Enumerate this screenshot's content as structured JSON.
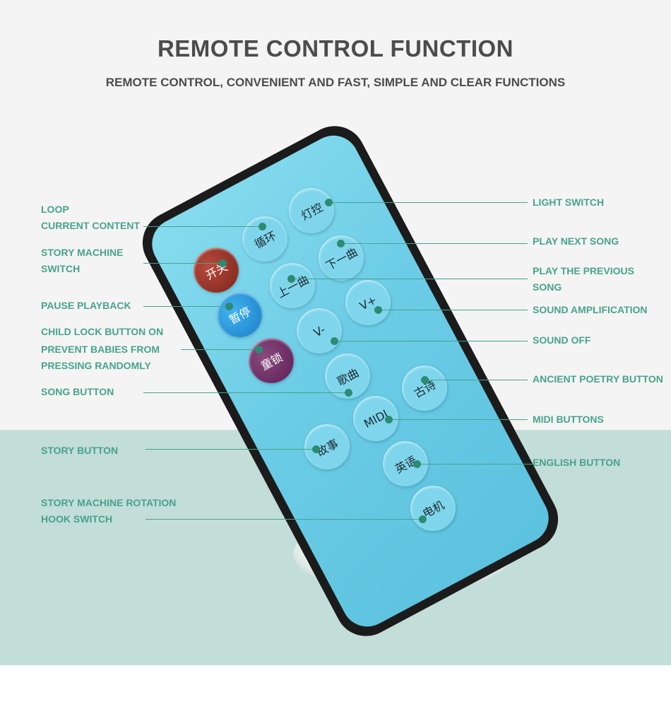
{
  "header": {
    "title": "REMOTE CONTROL FUNCTION",
    "subtitle": "REMOTE CONTROL, CONVENIENT AND FAST, SIMPLE AND CLEAR FUNCTIONS"
  },
  "remote": {
    "buttons": {
      "power": "开关",
      "pause": "暂停",
      "child_lock": "童锁",
      "loop": "循环",
      "light": "灯控",
      "next": "下一曲",
      "previous": "上一曲",
      "vol_up": "V+",
      "vol_down": "V-",
      "song": "歌曲",
      "poetry": "古诗",
      "midi": "MIDI",
      "story": "故事",
      "english": "英语",
      "motor": "电机"
    }
  },
  "labels": {
    "left": {
      "loop_1": "LOOP",
      "loop_2": "CURRENT CONTENT",
      "story_switch_1": "STORY MACHINE",
      "story_switch_2": "SWITCH",
      "pause": "PAUSE PLAYBACK",
      "child_lock_1": "CHILD LOCK BUTTON ON",
      "child_lock_2": "PREVENT BABIES FROM",
      "child_lock_3": "PRESSING RANDOMLY",
      "song": "SONG BUTTON",
      "story": "STORY BUTTON",
      "rotation_1": "STORY MACHINE ROTATION",
      "rotation_2": "HOOK SWITCH"
    },
    "right": {
      "light": "LIGHT SWITCH",
      "next": "PLAY NEXT SONG",
      "previous_1": "PLAY THE PREVIOUS",
      "previous_2": "SONG",
      "amplification": "SOUND AMPLIFICATION",
      "sound_off": "SOUND OFF",
      "poetry": "ANCIENT POETRY BUTTON",
      "midi": "MIDI BUTTONS",
      "english": "ENGLISH BUTTON"
    }
  },
  "colors": {
    "title": "#4c4c4c",
    "label": "#47a38b",
    "remote_face": "#6ccce6",
    "remote_shell": "#1b1b1b",
    "power_button": "#7a231a",
    "pause_button": "#1a7cc7",
    "child_lock_button": "#5a1d53"
  }
}
